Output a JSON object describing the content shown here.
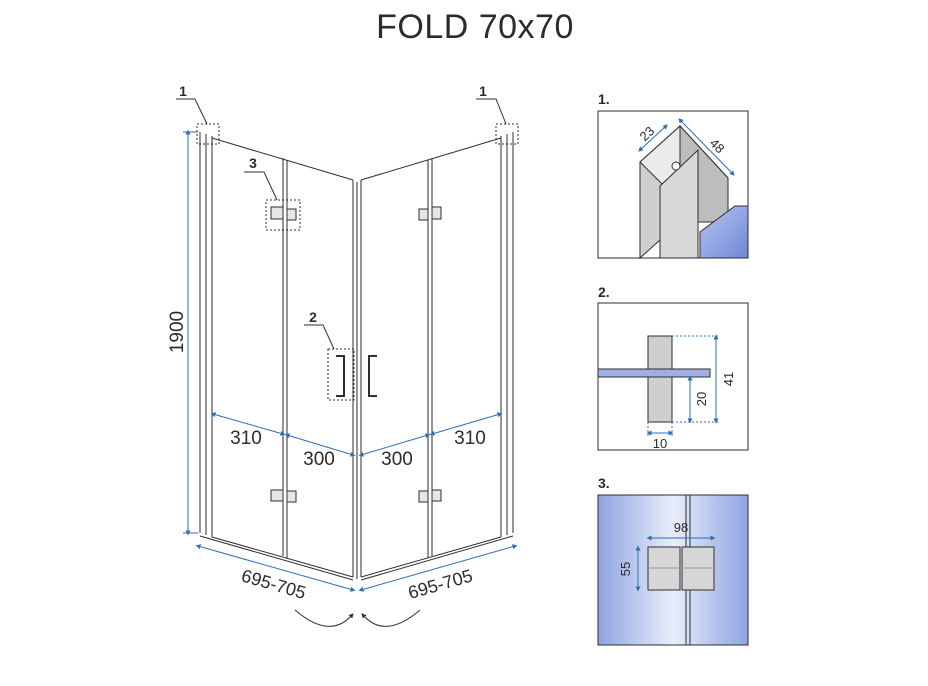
{
  "title": "FOLD 70x70",
  "main_view": {
    "height_label": "1900",
    "panel_widths": [
      "310",
      "300",
      "300",
      "310"
    ],
    "base_left": "695-705",
    "base_right": "695-705",
    "callouts": [
      "1",
      "1",
      "3",
      "2"
    ]
  },
  "details": [
    {
      "label": "1.",
      "dims": [
        "23",
        "48"
      ]
    },
    {
      "label": "2.",
      "dims": [
        "41",
        "20",
        "10"
      ]
    },
    {
      "label": "3.",
      "dims": [
        "98",
        "55"
      ]
    }
  ],
  "colors": {
    "line": "#2e2e2e",
    "dimension_blue": "#2a6fb8",
    "glass_blue": "#8fa3e0",
    "metal_grey": "#c8c8c8",
    "hinge_bg": "#9fb4e6"
  }
}
